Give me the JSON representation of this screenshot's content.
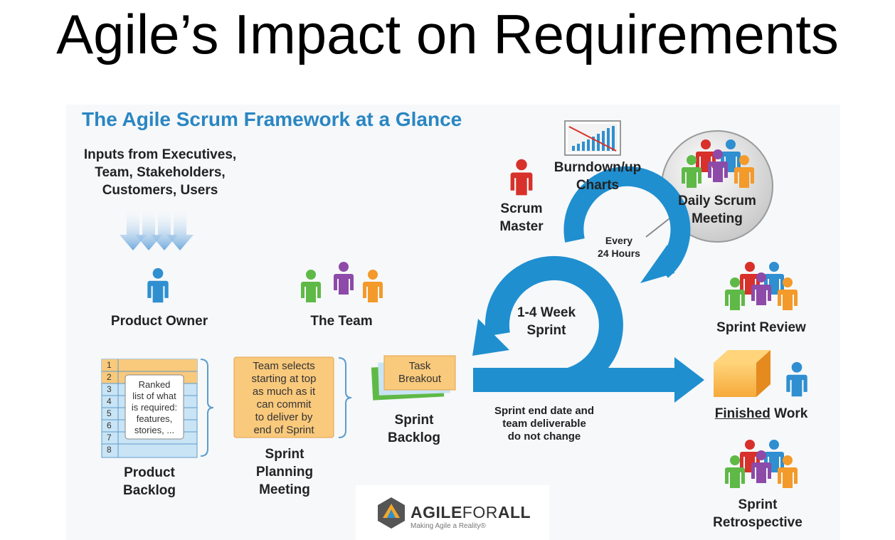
{
  "slide": {
    "title": "Agile’s Impact on Requirements"
  },
  "framework": {
    "title": "The Agile Scrum Framework at a Glance",
    "inputs": [
      "Inputs from Executives,",
      "Team, Stakeholders,",
      "Customers, Users"
    ],
    "product_owner": "Product Owner",
    "the_team": "The Team",
    "scrum_master": [
      "Scrum",
      "Master"
    ],
    "burndown": [
      "Burndown/up",
      "Charts"
    ],
    "daily_scrum": [
      "Daily Scrum",
      "Meeting"
    ],
    "every_24": [
      "Every",
      "24 Hours"
    ],
    "sprint_cycle": [
      "1-4 Week",
      "Sprint"
    ],
    "backlog_numbers": [
      "1",
      "2",
      "3",
      "4",
      "5",
      "6",
      "7",
      "8"
    ],
    "backlog_note": [
      "Ranked",
      "list of what",
      "is required:",
      "features,",
      "stories, ..."
    ],
    "product_backlog": [
      "Product",
      "Backlog"
    ],
    "team_selects": [
      "Team selects",
      "starting at top",
      "as much as it",
      "can commit",
      "to deliver by",
      "end of Sprint"
    ],
    "sprint_planning": [
      "Sprint",
      "Planning",
      "Meeting"
    ],
    "task_breakout": [
      "Task",
      "Breakout"
    ],
    "sprint_backlog": [
      "Sprint",
      "Backlog"
    ],
    "sprint_end": [
      "Sprint end date and",
      "team deliverable",
      "do not change"
    ],
    "sprint_review": "Sprint Review",
    "finished_work": {
      "underlined": "Finished",
      "rest": " Work"
    },
    "sprint_retro": [
      "Sprint",
      "Retrospective"
    ]
  },
  "logo": {
    "name_bold": "AGILE",
    "name_thin": "FOR",
    "name_end": "ALL",
    "tagline": "Making Agile a Reality®"
  },
  "colors": {
    "title_blue": "#2a86c2",
    "arrow_blue": "#1f8fd0",
    "orange_card": "#f9c97c",
    "backlog_blue": "#c9e4f5",
    "person_blue": "#2f8fd0",
    "person_red": "#d8302a",
    "person_green": "#5fb946",
    "person_purple": "#8d4aa8",
    "person_orange": "#f39a2a"
  }
}
